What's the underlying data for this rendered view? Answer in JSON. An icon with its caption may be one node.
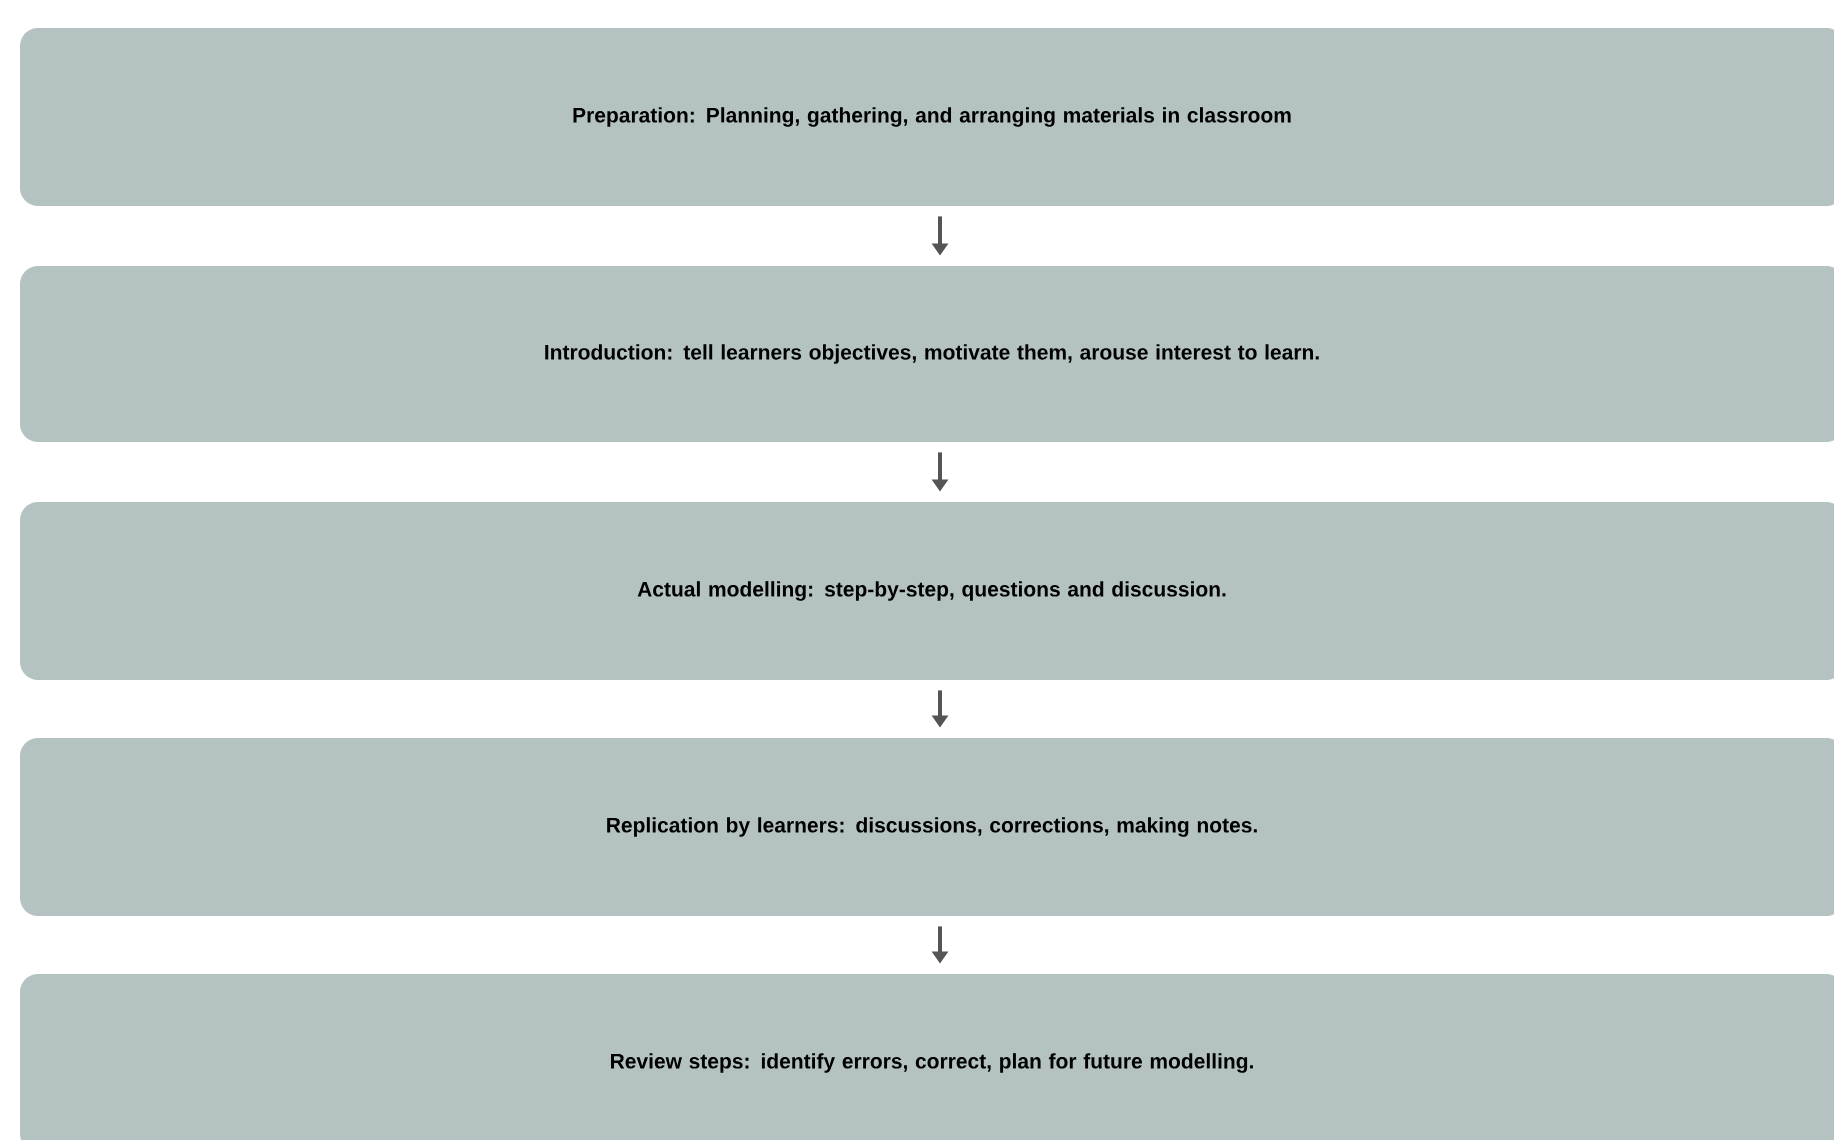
{
  "diagram": {
    "nodes": [
      {
        "text": [
          "Preparation: Planning, gathering, and arranging materials in classroom"
        ]
      },
      {
        "text": [
          "Introduction: tell learners objectives, motivate them, arouse interest to learn."
        ]
      },
      {
        "text": [
          "Actual modelling: step-by-step, questions and discussion."
        ]
      },
      {
        "text": [
          "Replication by learners: discussions, corrections, making notes."
        ]
      },
      {
        "text": [
          "Review steps: identify errors, correct, plan for future modelling."
        ]
      }
    ],
    "edges": [
      {
        "from": 0,
        "to": 1,
        "arrow": "to"
      },
      {
        "from": 1,
        "to": 2,
        "arrow": "to"
      },
      {
        "from": 2,
        "to": 3,
        "arrow": "to"
      },
      {
        "from": 3,
        "to": 4,
        "arrow": "to"
      }
    ]
  }
}
